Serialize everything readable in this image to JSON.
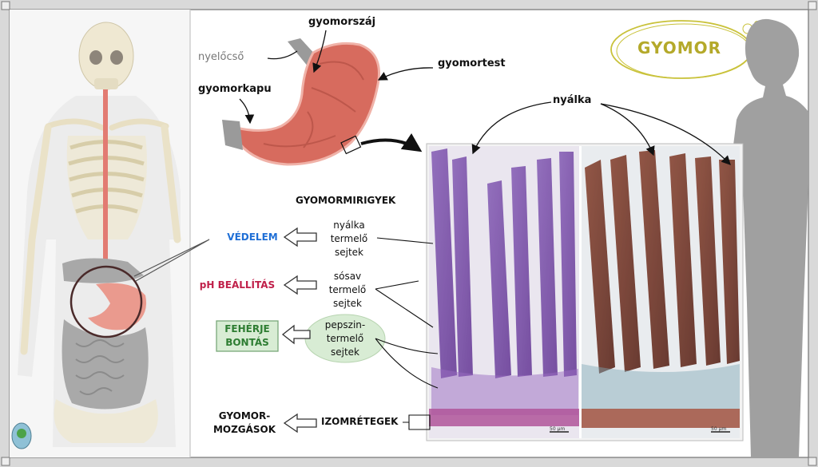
{
  "title": "GYOMOR",
  "stomach_labels": {
    "cardia": "gyomorszáj",
    "esophagus": "nyelőcső",
    "body": "gyomortest",
    "pylorus": "gyomorkapu",
    "mucus": "nyálka"
  },
  "glands_heading": "GYOMORMIRIGYEK",
  "cells": [
    {
      "lines": [
        "nyálka",
        "termelő",
        "sejtek"
      ],
      "function": [
        "VÉDELEM"
      ],
      "function_color": "#1f6fd6"
    },
    {
      "lines": [
        "sósav",
        "termelő",
        "sejtek"
      ],
      "function": [
        "pH BEÁLLÍTÁS"
      ],
      "function_color": "#c0204a"
    },
    {
      "lines": [
        "pepszin-",
        "termelő",
        "sejtek"
      ],
      "function": [
        "FEHÉRJE",
        "BONTÁS"
      ],
      "function_color": "#2e7d32"
    }
  ],
  "muscle": {
    "label": "IZOMRÉTEGEK",
    "function": [
      "GYOMOR-",
      "MOZGÁSOK"
    ]
  },
  "scale_bar": "50 µm",
  "colors": {
    "title_oval": "#c9c23a",
    "title_text": "#b4a92a",
    "stomach": "#d76b5e",
    "tissue_purple": "#7b4fa8",
    "tissue_brown": "#7a3a2e",
    "protection_box": "#d8ecd4"
  }
}
